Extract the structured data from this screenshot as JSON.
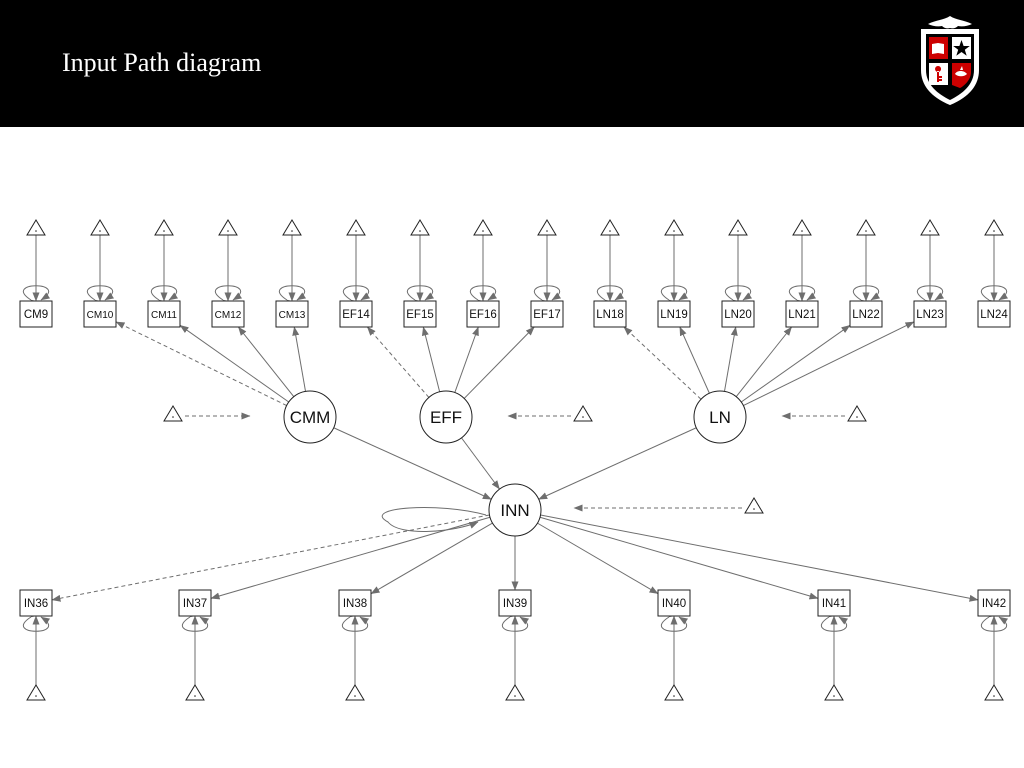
{
  "slide": {
    "title": "Input Path diagram"
  },
  "logo": {
    "name": "university-shield-logo"
  },
  "colors": {
    "header_bg": "#000000",
    "title_text": "#ffffff",
    "edge": "#6e6e6e",
    "node_stroke": "#222222",
    "logo_red": "#cc0000"
  },
  "diagram": {
    "latent": [
      {
        "id": "CMM",
        "label": "CMM"
      },
      {
        "id": "EFF",
        "label": "EFF"
      },
      {
        "id": "LN",
        "label": "LN"
      },
      {
        "id": "INN",
        "label": "INN"
      }
    ],
    "indicators_top": [
      "CM9",
      "CM10",
      "CM11",
      "CM12",
      "CM13",
      "EF14",
      "EF15",
      "EF16",
      "EF17",
      "LN18",
      "LN19",
      "LN20",
      "LN21",
      "LN22",
      "LN23",
      "LN24"
    ],
    "indicators_bottom": [
      "IN36",
      "IN37",
      "IN38",
      "IN39",
      "IN40",
      "IN41",
      "IN42"
    ],
    "loadings": [
      {
        "from": "CMM",
        "to": "CM10",
        "style": "dashed"
      },
      {
        "from": "CMM",
        "to": "CM11",
        "style": "solid"
      },
      {
        "from": "CMM",
        "to": "CM12",
        "style": "solid"
      },
      {
        "from": "CMM",
        "to": "CM13",
        "style": "solid"
      },
      {
        "from": "EFF",
        "to": "EF14",
        "style": "dashed"
      },
      {
        "from": "EFF",
        "to": "EF15",
        "style": "solid"
      },
      {
        "from": "EFF",
        "to": "EF16",
        "style": "solid"
      },
      {
        "from": "EFF",
        "to": "EF17",
        "style": "solid"
      },
      {
        "from": "LN",
        "to": "LN18",
        "style": "dashed"
      },
      {
        "from": "LN",
        "to": "LN19",
        "style": "solid"
      },
      {
        "from": "LN",
        "to": "LN20",
        "style": "solid"
      },
      {
        "from": "LN",
        "to": "LN21",
        "style": "solid"
      },
      {
        "from": "LN",
        "to": "LN22",
        "style": "solid"
      },
      {
        "from": "LN",
        "to": "LN23",
        "style": "solid"
      },
      {
        "from": "INN",
        "to": "IN36",
        "style": "dashed"
      },
      {
        "from": "INN",
        "to": "IN37",
        "style": "solid"
      },
      {
        "from": "INN",
        "to": "IN38",
        "style": "solid"
      },
      {
        "from": "INN",
        "to": "IN39",
        "style": "solid"
      },
      {
        "from": "INN",
        "to": "IN40",
        "style": "solid"
      },
      {
        "from": "INN",
        "to": "IN41",
        "style": "solid"
      },
      {
        "from": "INN",
        "to": "IN42",
        "style": "solid"
      }
    ],
    "structural": [
      {
        "from": "CMM",
        "to": "INN"
      },
      {
        "from": "EFF",
        "to": "INN"
      },
      {
        "from": "LN",
        "to": "INN"
      }
    ],
    "intercepts": [
      "CMM",
      "EFF",
      "LN",
      "INN"
    ]
  }
}
